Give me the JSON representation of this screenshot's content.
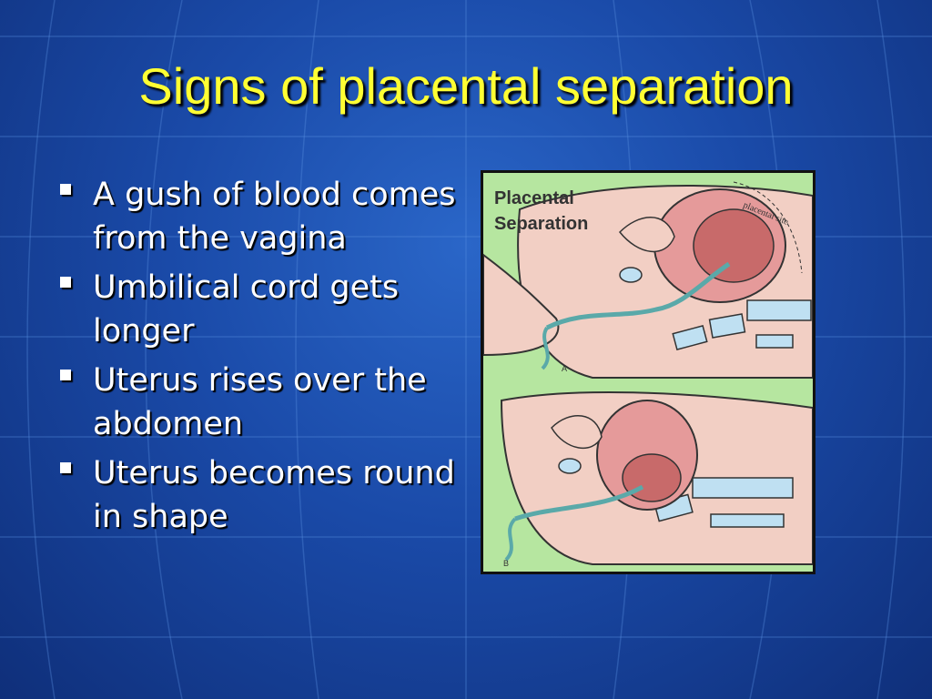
{
  "slide": {
    "title": "Signs of placental separation",
    "bullets": [
      "A gush of blood comes from the vagina",
      "Umbilical cord gets longer",
      "Uterus rises over the abdomen",
      "Uterus becomes round in shape"
    ]
  },
  "figure": {
    "title_line1": "Placental",
    "title_line2": "Separation",
    "annotation": "placental site",
    "panel_a": "A",
    "panel_b": "B"
  },
  "colors": {
    "title": "#ffff33",
    "bullet_text": "#ffffff",
    "figure_background": "#b6e6a0"
  }
}
